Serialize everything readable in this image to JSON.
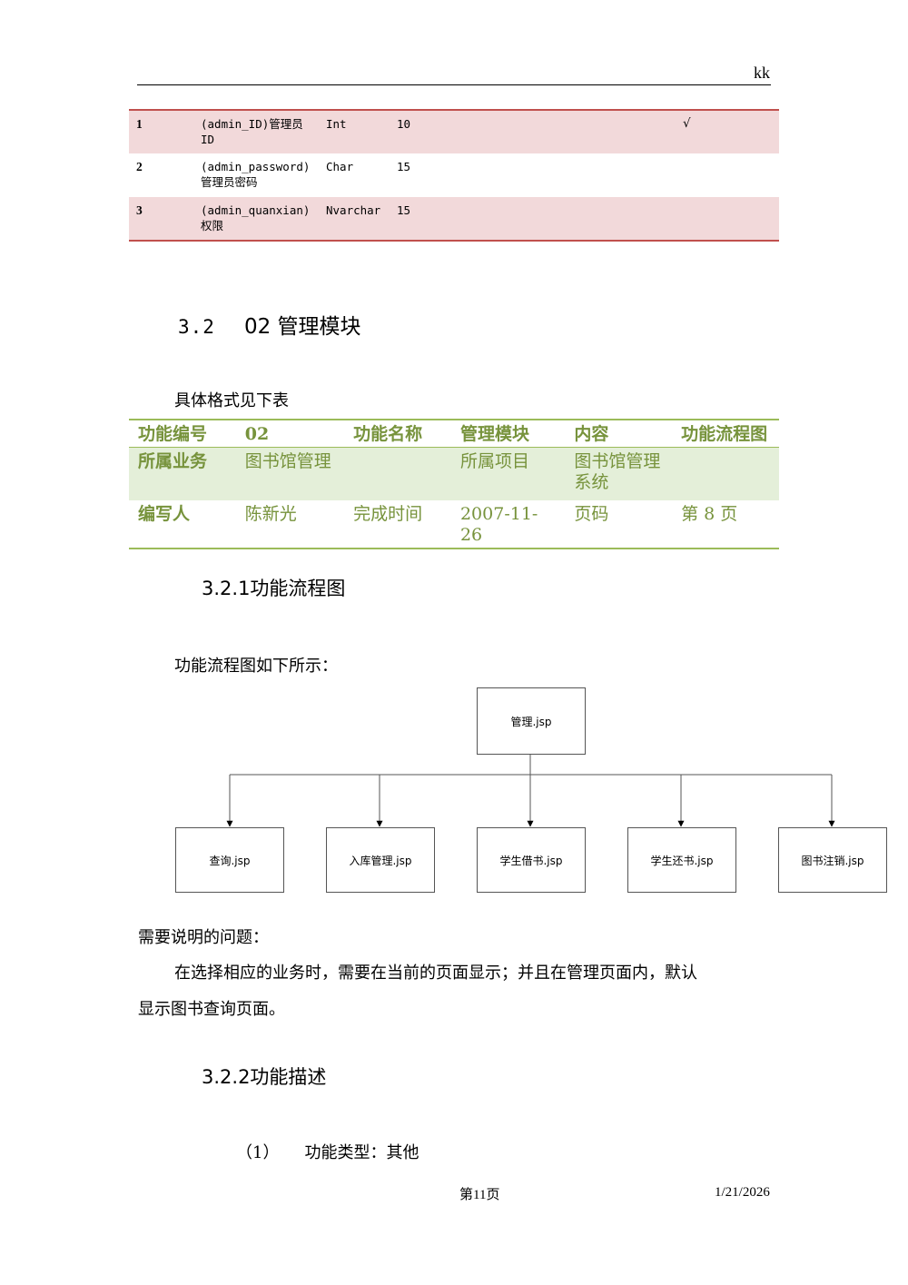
{
  "header": {
    "text": "kk"
  },
  "field_table": {
    "rows": [
      {
        "num": "1",
        "name_line1": "(admin_ID)管理员",
        "name_line2": "ID",
        "type": "Int",
        "length": "10",
        "pk": "√"
      },
      {
        "num": "2",
        "name_line1": "(admin_password)",
        "name_line2": "管理员密码",
        "type": "Char",
        "length": "15",
        "pk": ""
      },
      {
        "num": "3",
        "name_line1": "(admin_quanxian)",
        "name_line2": "权限",
        "type": "Nvarchar",
        "length": "15",
        "pk": ""
      }
    ]
  },
  "section": {
    "number": "3.2",
    "title": "02 管理模块"
  },
  "intro": "具体格式见下表",
  "info_table": {
    "header": [
      "功能编号",
      "02",
      "功能名称",
      "管理模块",
      "内容",
      "功能流程图"
    ],
    "row2": [
      "所属业务",
      "图书馆管理",
      "",
      "所属项目",
      "图书馆管理系统",
      ""
    ],
    "row3": [
      "编写人",
      "陈新光",
      "完成时间",
      "2007-11-26",
      "页码",
      "第 8 页"
    ]
  },
  "subsection1": "3.2.1功能流程图",
  "flow_intro": "功能流程图如下所示：",
  "diagram": {
    "root": "管理.jsp",
    "children": [
      "查询.jsp",
      "入库管理.jsp",
      "学生借书.jsp",
      "学生还书.jsp",
      "图书注销.jsp"
    ]
  },
  "issues_title": "需要说明的问题：",
  "issues_text_line1": "在选择相应的业务时，需要在当前的页面显示；并且在管理页面内，默认",
  "issues_text_line2": "显示图书查询页面。",
  "subsection2": "3.2.2功能描述",
  "item1": {
    "marker": "（1）",
    "text": "功能类型：其他"
  },
  "footer": {
    "page": "第11页",
    "date": "1/21/2026"
  }
}
